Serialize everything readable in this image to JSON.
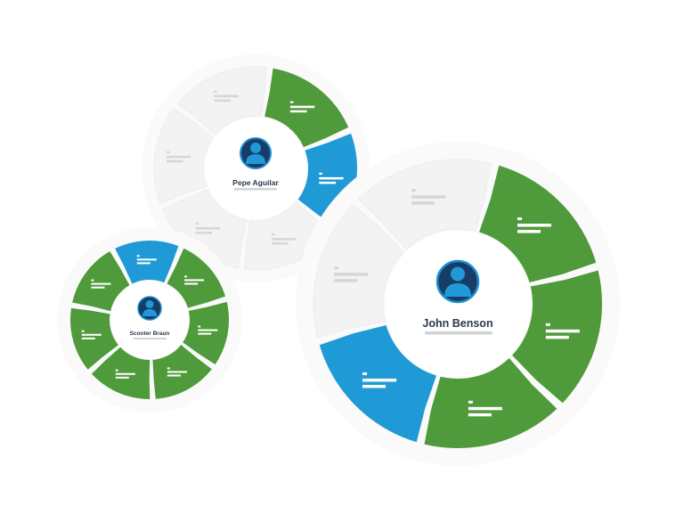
{
  "colors": {
    "green": "#4f9a3a",
    "blue": "#1f9ad6",
    "grey": "#f3f3f3",
    "grey_stroke": "#ececec",
    "ring": "#fafafa",
    "line_on_color": "#ffffff",
    "line_on_grey": "#d6d6d6",
    "avatar_bg": "#173c66",
    "avatar_ring": "#1d8fd0",
    "avatar_figure": "#1f9ad6",
    "name_underline": "#cfd3d8"
  },
  "wheels": [
    {
      "id": "john",
      "name": "John Benson",
      "segment_colors": [
        "green",
        "green",
        "green",
        "blue",
        "grey",
        "grey"
      ]
    },
    {
      "id": "pepe",
      "name": "Pepe Aguilar",
      "segment_colors": [
        "green",
        "blue",
        "grey",
        "grey",
        "grey",
        "grey"
      ]
    },
    {
      "id": "scooter",
      "name": "Scooter Braun",
      "segment_colors": [
        "blue",
        "green",
        "green",
        "green",
        "green",
        "green",
        "green"
      ]
    }
  ]
}
